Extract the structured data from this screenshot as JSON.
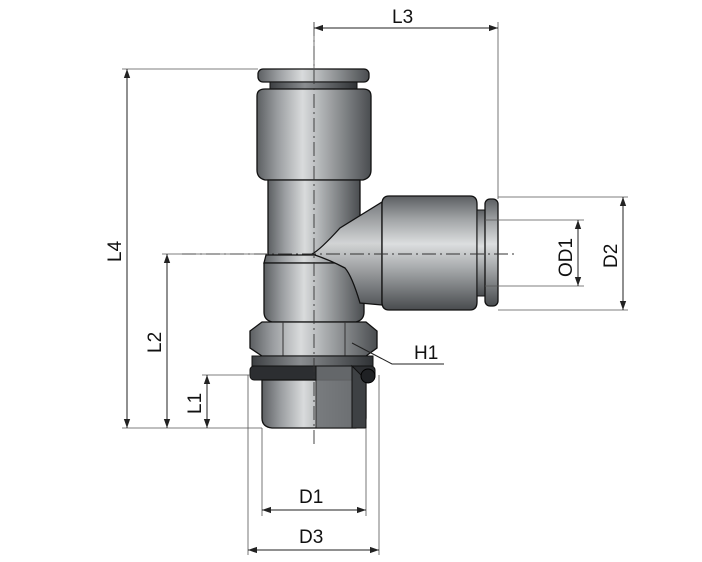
{
  "labels": {
    "L1": "L1",
    "L2": "L2",
    "L3": "L3",
    "L4": "L4",
    "D1": "D1",
    "D2": "D2",
    "D3": "D3",
    "OD1": "OD1",
    "H1": "H1"
  }
}
